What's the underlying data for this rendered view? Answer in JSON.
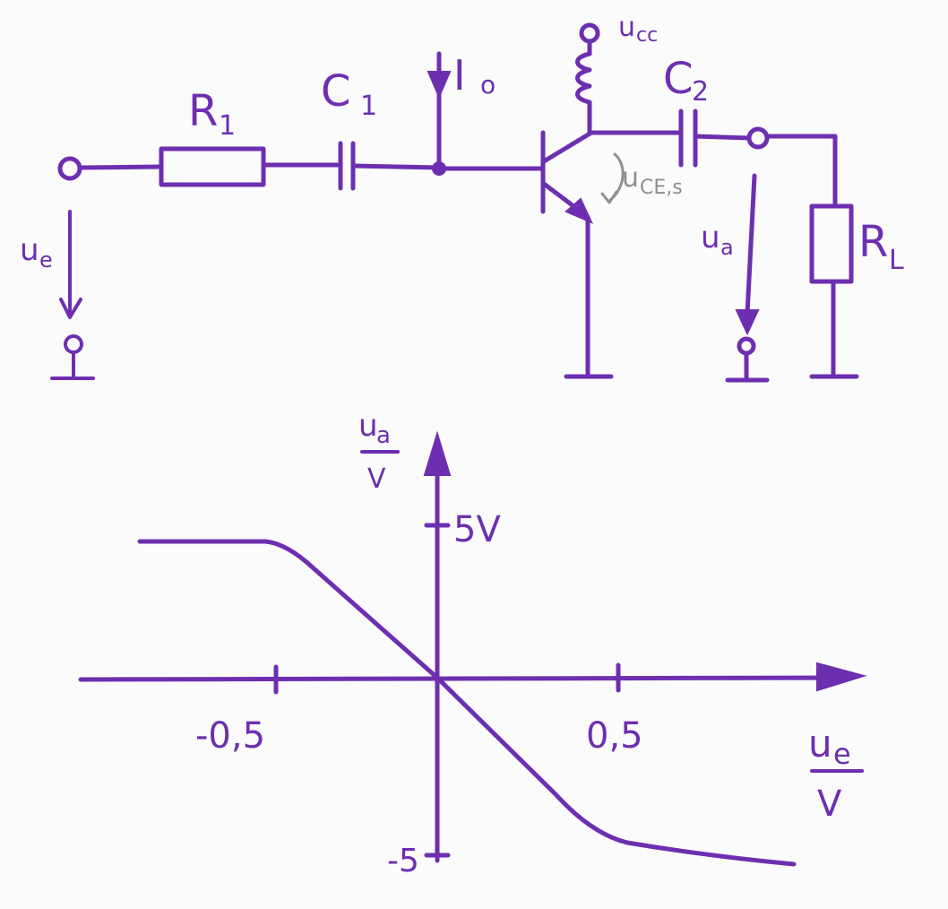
{
  "colors": {
    "ink": "#6d2fb0",
    "annotation": "#8f8f8f",
    "paper": "#fbfbfb"
  },
  "circuit": {
    "r1_label": "R",
    "r1_sub": "1",
    "c1_label": "C",
    "c1_sub": "1",
    "c2_label": "C",
    "c2_sub": "2",
    "rl_label": "R",
    "rl_sub": "L",
    "io_label": "I",
    "io_sub": "o",
    "ucc_label": "u",
    "ucc_sub": "cc",
    "uce_label": "u",
    "uce_sub": "CE,s",
    "ue_label": "u",
    "ue_sub": "e",
    "ua_label": "u",
    "ua_sub": "a"
  },
  "graph": {
    "y_axis_label_top": "u",
    "y_axis_label_top_sub": "a",
    "y_axis_label_bottom": "V",
    "x_axis_label_top": "u",
    "x_axis_label_top_sub": "e",
    "x_axis_label_bottom": "V",
    "y_tick_pos_label": "5V",
    "y_tick_neg_label": "-5",
    "x_tick_neg_label": "-0,5",
    "x_tick_pos_label": "0,5"
  }
}
